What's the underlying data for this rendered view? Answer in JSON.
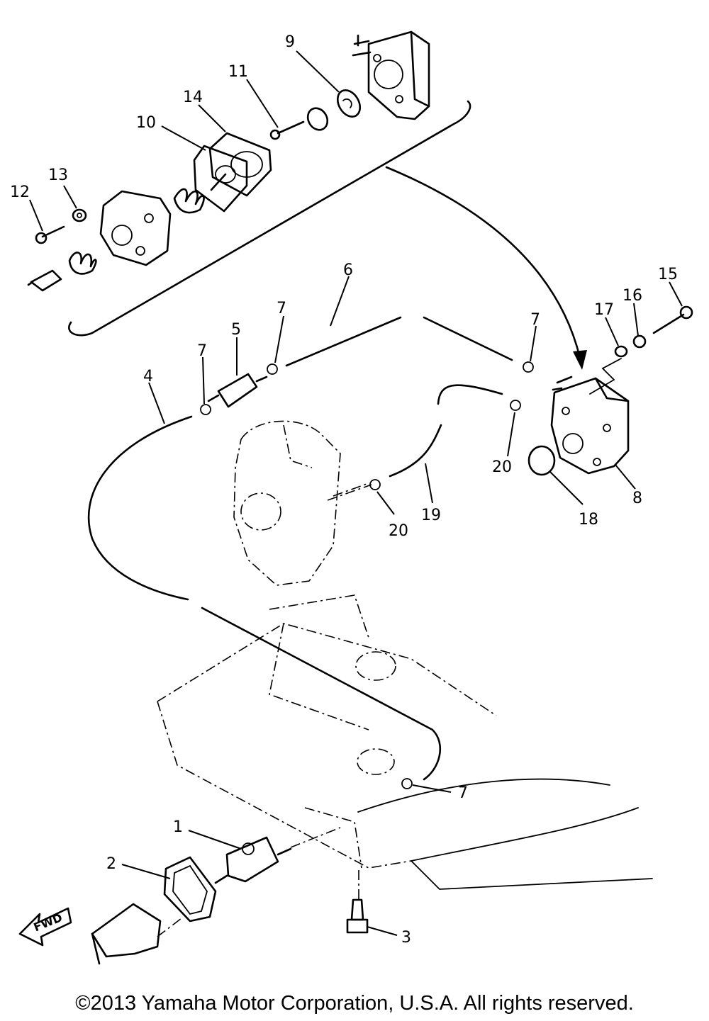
{
  "callouts": {
    "c1": "1",
    "c2": "2",
    "c3": "3",
    "c4": "4",
    "c5": "5",
    "c6": "6",
    "c7a": "7",
    "c7b": "7",
    "c7c": "7",
    "c7d": "7",
    "c8": "8",
    "c9": "9",
    "c10": "10",
    "c11": "11",
    "c12": "12",
    "c13": "13",
    "c14": "14",
    "c15": "15",
    "c16": "16",
    "c17": "17",
    "c18": "18",
    "c19": "19",
    "c20a": "20",
    "c20b": "20"
  },
  "fwd_label": "FWD",
  "copyright": "©2013 Yamaha Motor Corporation, U.S.A. All rights reserved."
}
